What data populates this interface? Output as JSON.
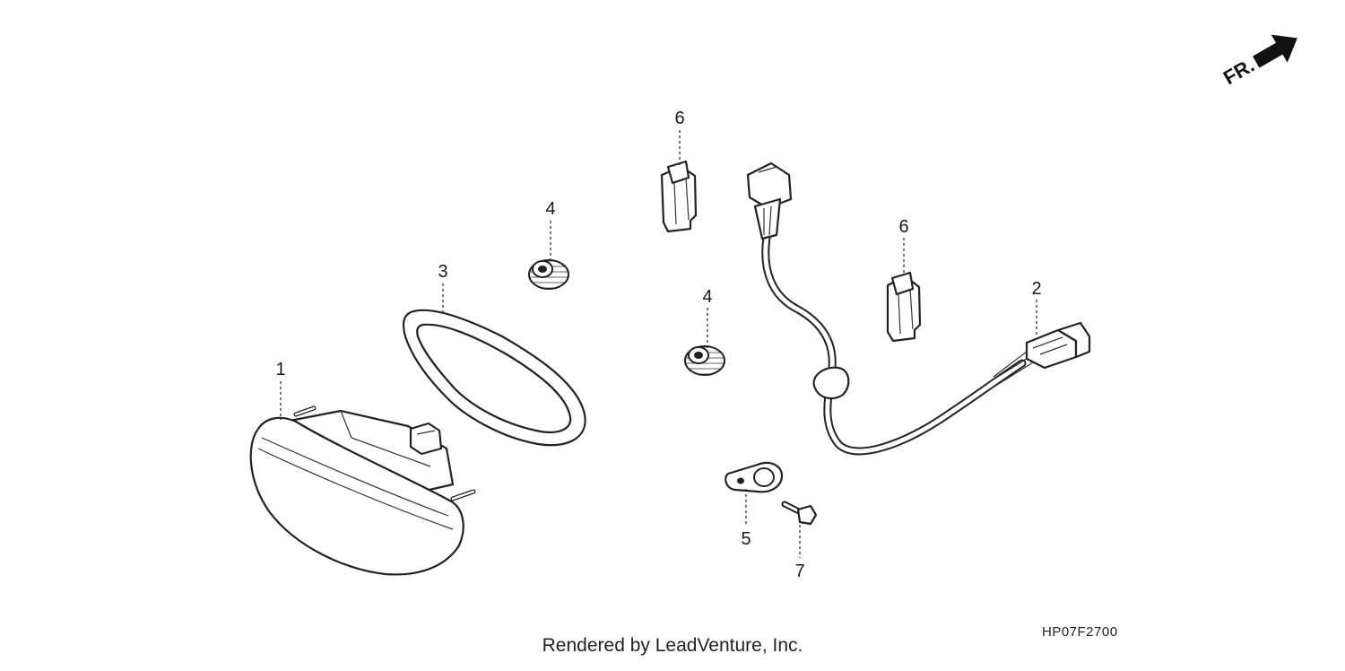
{
  "callouts": {
    "taillight": "1",
    "harness": "2",
    "gasket": "3",
    "grommet_upper": "4",
    "grommet_lower": "4",
    "clamp": "5",
    "socket_upper": "6",
    "socket_lower": "6",
    "bolt": "7"
  },
  "front_indicator": {
    "label": "FR.",
    "icon": "arrow-right-icon"
  },
  "diagram_code": "HP07F2700",
  "footer": {
    "credit": "Rendered by LeadVenture, Inc."
  }
}
